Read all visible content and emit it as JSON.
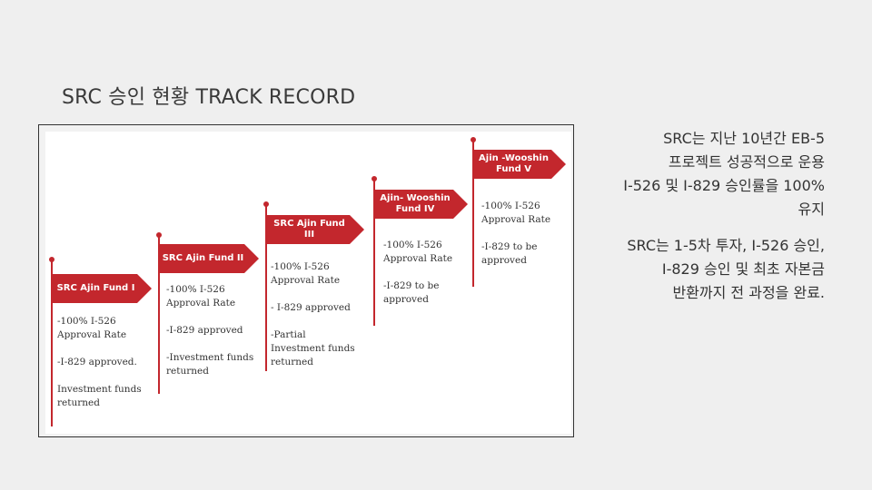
{
  "slide": {
    "title": "SRC 승인 현황 TRACK RECORD"
  },
  "funds": [
    {
      "name": "SRC Ajin Fund I",
      "notes": [
        "-100% I-526 Approval Rate",
        "-I-829 approved.",
        "Investment funds returned"
      ]
    },
    {
      "name": "SRC Ajin Fund II",
      "notes": [
        "-100% I-526 Approval Rate",
        "-I-829 approved",
        "-Investment funds returned"
      ]
    },
    {
      "name": "SRC Ajin Fund III",
      "notes": [
        "-100% I-526 Approval Rate",
        "- I-829 approved",
        "-Partial Investment funds returned"
      ]
    },
    {
      "name": "Ajin- Wooshin Fund IV",
      "notes": [
        "-100% I-526 Approval Rate",
        "-I-829 to be approved"
      ]
    },
    {
      "name": "Ajin -Wooshin Fund V",
      "notes": [
        "-100% I-526 Approval Rate",
        "-I-829 to be approved"
      ]
    }
  ],
  "summary": {
    "paragraph1": [
      "SRC는 지난 10년간 EB-5",
      "프로젝트 성공적으로 운용",
      "I-526 및 I-829 승인률을 100%",
      "유지"
    ],
    "paragraph2": [
      "SRC는 1-5차 투자, I-526 승인,",
      "I-829 승인 및 최초 자본금",
      "반환까지 전 과정을 완료."
    ]
  },
  "colors": {
    "accent": "#c3272d",
    "background": "#efefef"
  }
}
